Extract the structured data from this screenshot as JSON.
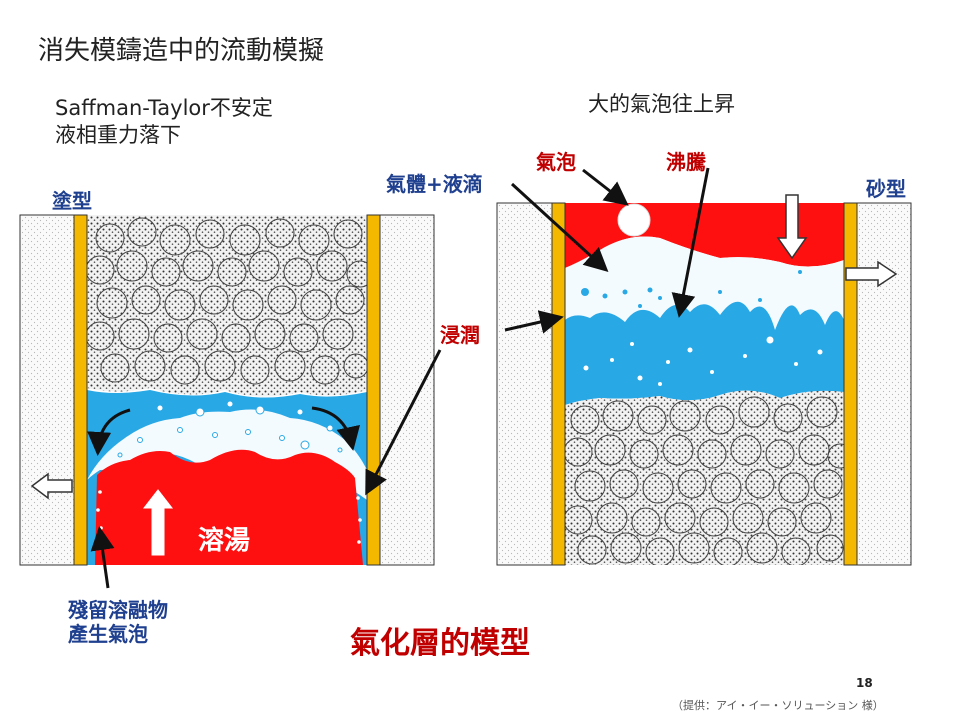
{
  "slide": {
    "title": "消失模鑄造中的流動模擬",
    "left_subtitle_line1": "Saffman-Taylor不安定",
    "left_subtitle_line2": "液相重力落下",
    "right_subtitle": "大的氣泡往上昇",
    "caption": "氣化層的模型",
    "page_number": "18",
    "credit": "（提供：アイ・イー・ソリューション 様）"
  },
  "labels": {
    "coating": "塗型",
    "sand_mold": "砂型",
    "gas_droplet": "氣體+液滴",
    "bubble": "氣泡",
    "boiling": "沸騰",
    "infiltration": "浸潤",
    "molten_metal": "溶湯",
    "residual_line1": "殘留溶融物",
    "residual_line2": "產生氣泡"
  },
  "colors": {
    "melt": "#ff1010",
    "liquid": "#29a8e6",
    "gas": "#f4fbff",
    "coating": "#f5b800",
    "sand": "#fafafa",
    "foam": "#e8e8e8",
    "arrow": "#111111",
    "label_blue": "#1f3f8f",
    "label_red": "#c00000"
  }
}
